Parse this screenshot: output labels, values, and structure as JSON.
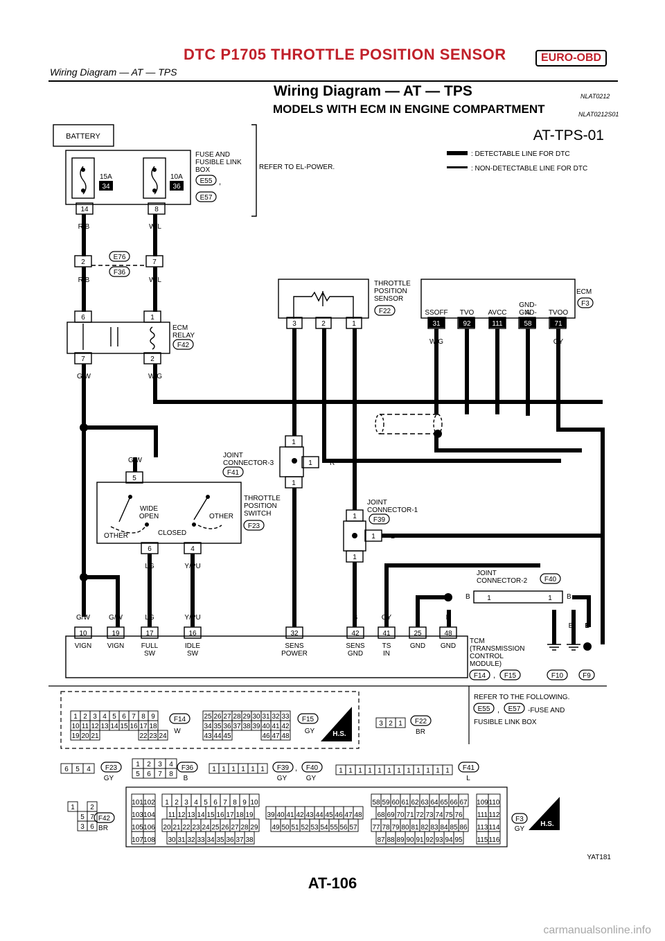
{
  "header": {
    "title": "DTC P1705 THROTTLE POSITION SENSOR",
    "badge": "EURO-OBD",
    "subtitle": "Wiring Diagram — AT — TPS"
  },
  "section": {
    "title": "Wiring Diagram — AT — TPS",
    "ref": "NLAT0212",
    "subtitle": "MODELS WITH ECM IN ENGINE COMPARTMENT",
    "subref": "NLAT0212S01"
  },
  "diagram": {
    "code": "AT-TPS-01",
    "legend": {
      "detectable": ": DETECTABLE LINE FOR DTC",
      "non_detectable": ": NON-DETECTABLE LINE FOR DTC"
    },
    "battery": "BATTERY",
    "fuse_box": {
      "name1": "FUSE AND",
      "name2": "FUSIBLE LINK",
      "name3": "BOX",
      "conn1": "E55",
      "conn2": "E57",
      "fuse1_amp": "15A",
      "fuse1_no": "34",
      "fuse2_amp": "10A",
      "fuse2_no": "36",
      "pin_left": "14",
      "pin_right": "8",
      "refer": "REFER TO EL-POWER."
    },
    "wires": {
      "rb": "R/B",
      "wl": "W/L",
      "gw": "G/W",
      "wg": "W/G",
      "r": "R",
      "y": "Y",
      "b": "B",
      "gy": "GY",
      "lg": "LG",
      "ypu": "Y/PU"
    },
    "junction": {
      "pin_left": "2",
      "pin_right": "7",
      "conn1": "E76",
      "conn2": "F36"
    },
    "ecm_relay": {
      "name1": "ECM",
      "name2": "RELAY",
      "conn": "F42",
      "pin6": "6",
      "pin1": "1",
      "pin7": "7",
      "pin2": "2"
    },
    "tps": {
      "name1": "THROTTLE",
      "name2": "POSITION",
      "name3": "SENSOR",
      "conn": "F22",
      "pins": [
        "3",
        "2",
        "1"
      ]
    },
    "ecm": {
      "name": "ECM",
      "conn": "F3",
      "terms": [
        "SSOFF",
        "TVO",
        "AVCC",
        "GND-",
        "TVOO"
      ],
      "term_gnd_a": "A",
      "pins": [
        "31",
        "92",
        "111",
        "58",
        "71"
      ]
    },
    "joint3": {
      "name1": "JOINT",
      "name2": "CONNECTOR-3",
      "conn": "F41",
      "pin": "1"
    },
    "tp_switch": {
      "name1": "THROTTLE",
      "name2": "POSITION",
      "name3": "SWITCH",
      "conn": "F23",
      "wide1": "WIDE",
      "wide2": "OPEN",
      "other": "OTHER",
      "closed": "CLOSED",
      "pin5": "5",
      "pin6": "6",
      "pin4": "4"
    },
    "joint1": {
      "name1": "JOINT",
      "name2": "CONNECTOR-1",
      "conn": "F39",
      "pin": "1"
    },
    "joint2": {
      "name1": "JOINT",
      "name2": "CONNECTOR-2",
      "conn": "F40",
      "pin": "1"
    },
    "tcm": {
      "name1": "TCM",
      "name2": "(TRANSMISSION",
      "name3": "CONTROL",
      "name4": "MODULE)",
      "conn1": "F14",
      "conn2": "F15",
      "pins": [
        "10",
        "19",
        "17",
        "16",
        "32",
        "42",
        "41",
        "25",
        "48"
      ],
      "lab1": [
        "VIGN",
        "VIGN",
        "FULL",
        "IDLE",
        "SENS",
        "SENS",
        "TS",
        "GND",
        "GND"
      ],
      "lab2": [
        "",
        "",
        "SW",
        "SW",
        "POWER",
        "GND",
        "IN",
        "",
        ""
      ]
    },
    "grounds": [
      "F10",
      "F9"
    ]
  },
  "connectors": {
    "refer_head": "REFER TO THE FOLLOWING.",
    "refer_c1": "E55",
    "refer_c2": "E57",
    "refer_tail": "-FUSE AND",
    "refer_tail2": "FUSIBLE LINK BOX",
    "f14": {
      "id": "F14",
      "color": "W",
      "rows": [
        [
          "1",
          "2",
          "3",
          "4",
          "5",
          "6",
          "7",
          "8",
          "9"
        ],
        [
          "10",
          "11",
          "12",
          "13",
          "14",
          "15",
          "16",
          "17",
          "18"
        ],
        [
          "19",
          "20",
          "21",
          "",
          "",
          "",
          "",
          "22",
          "23",
          "24"
        ]
      ]
    },
    "f15": {
      "id": "F15",
      "color": "GY",
      "rows": [
        [
          "25",
          "26",
          "27",
          "28",
          "29",
          "30",
          "31",
          "32",
          "33"
        ],
        [
          "34",
          "35",
          "36",
          "37",
          "38",
          "39",
          "40",
          "41",
          "42"
        ],
        [
          "43",
          "44",
          "45",
          "",
          "",
          "",
          "46",
          "47",
          "48"
        ]
      ]
    },
    "hs": "H.S.",
    "f22": {
      "id": "F22",
      "color": "BR",
      "pins": [
        "3",
        "2",
        "1"
      ]
    },
    "f23": {
      "id": "F23",
      "color": "GY",
      "pins": [
        "6",
        "5",
        "4"
      ]
    },
    "f36": {
      "id": "F36",
      "color": "B",
      "rows": [
        [
          "1",
          "2",
          "3",
          "4"
        ],
        [
          "5",
          "6",
          "7",
          "8"
        ]
      ]
    },
    "f39": {
      "id": "F39",
      "color": "GY",
      "pins": [
        "1",
        "1",
        "1",
        "1",
        "1",
        "1"
      ]
    },
    "f40": {
      "id": "F40",
      "color": "GY"
    },
    "f41": {
      "id": "F41",
      "color": "L",
      "pins": [
        "1",
        "1",
        "1",
        "1",
        "1",
        "1",
        "1",
        "1",
        "1",
        "1",
        "1",
        "1"
      ]
    },
    "f42": {
      "id": "F42",
      "color": "BR",
      "rows": [
        [
          "1",
          "",
          "2"
        ],
        [
          "",
          "5",
          "7"
        ],
        [
          "",
          "3",
          "6"
        ]
      ]
    },
    "f3": {
      "id": "F3",
      "color": "GY",
      "left": [
        [
          "101",
          "102"
        ],
        [
          "103",
          "104"
        ],
        [
          "105",
          "106"
        ],
        [
          "107",
          "108"
        ]
      ],
      "b1": [
        [
          "1",
          "2",
          "3",
          "4",
          "5",
          "6",
          "7",
          "8",
          "9",
          "10"
        ],
        [
          "11",
          "12",
          "13",
          "14",
          "15",
          "16",
          "17",
          "18",
          "19"
        ],
        [
          "20",
          "21",
          "22",
          "23",
          "24",
          "25",
          "26",
          "27",
          "28",
          "29"
        ],
        [
          "30",
          "31",
          "32",
          "33",
          "34",
          "35",
          "36",
          "37",
          "38"
        ]
      ],
      "b2": [
        [
          "39",
          "40",
          "41",
          "42",
          "43",
          "44",
          "45",
          "46",
          "47",
          "48"
        ],
        [
          "49",
          "50",
          "51",
          "52",
          "53",
          "54",
          "55",
          "56",
          "57"
        ]
      ],
      "b3": [
        [
          "58",
          "59",
          "60",
          "61",
          "62",
          "63",
          "64",
          "65",
          "66",
          "67"
        ],
        [
          "68",
          "69",
          "70",
          "71",
          "72",
          "73",
          "74",
          "75",
          "76"
        ],
        [
          "77",
          "78",
          "79",
          "80",
          "81",
          "82",
          "83",
          "84",
          "85",
          "86"
        ],
        [
          "87",
          "88",
          "89",
          "90",
          "91",
          "92",
          "93",
          "94",
          "95"
        ]
      ],
      "right": [
        [
          "109",
          "110"
        ],
        [
          "111",
          "112"
        ],
        [
          "113",
          "114"
        ],
        [
          "115",
          "116"
        ]
      ]
    },
    "figure_id": "YAT181"
  },
  "footer": {
    "page": "AT-106",
    "watermark": "carmanualsonline.info"
  }
}
